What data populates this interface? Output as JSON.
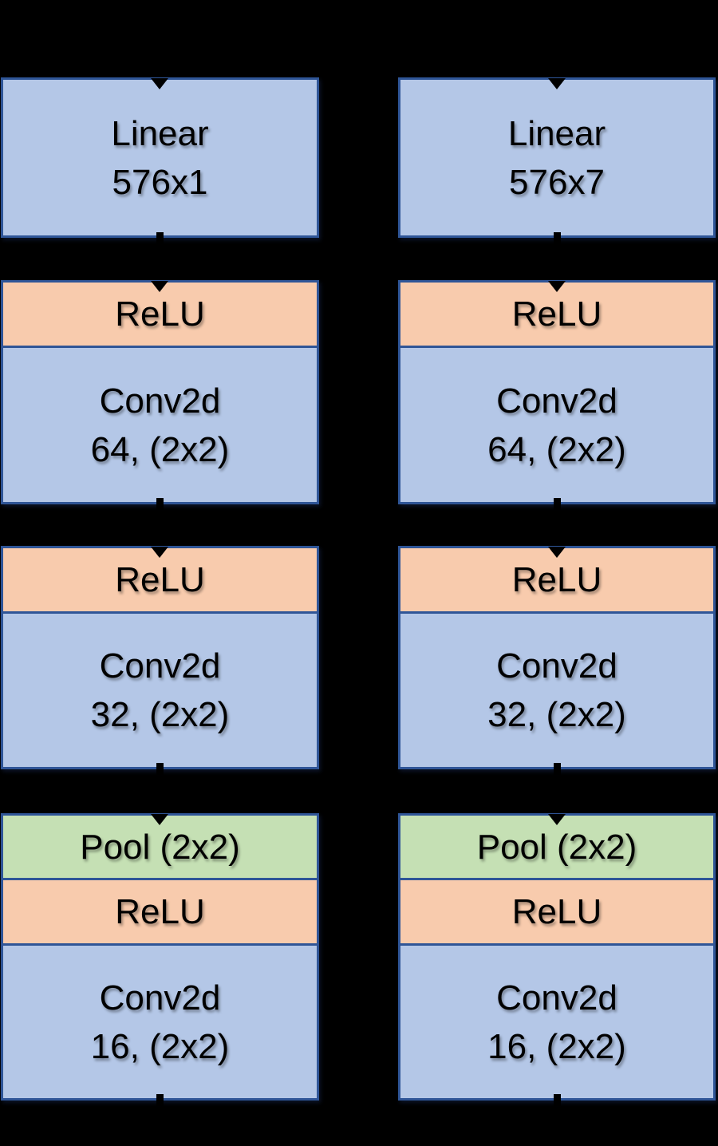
{
  "diagram": {
    "background": "#000000",
    "colors": {
      "linear_conv_fill": "#b4c7e7",
      "relu_fill": "#f8cbad",
      "pool_fill": "#c5e0b4",
      "block_border": "#2f5597",
      "block_text": "#000000",
      "connector": "#000000"
    },
    "columns": [
      {
        "id": "left",
        "groups": [
          {
            "blocks": [
              {
                "type": "linear",
                "label": "Linear\n576x1"
              }
            ]
          },
          {
            "blocks": [
              {
                "type": "relu",
                "label": "ReLU"
              },
              {
                "type": "conv",
                "label": "Conv2d\n64, (2x2)"
              }
            ]
          },
          {
            "blocks": [
              {
                "type": "relu",
                "label": "ReLU"
              },
              {
                "type": "conv",
                "label": "Conv2d\n32, (2x2)"
              }
            ]
          },
          {
            "blocks": [
              {
                "type": "pool",
                "label": "Pool (2x2)"
              },
              {
                "type": "relu",
                "label": "ReLU"
              },
              {
                "type": "conv",
                "label": "Conv2d\n16, (2x2)"
              }
            ]
          }
        ]
      },
      {
        "id": "right",
        "groups": [
          {
            "blocks": [
              {
                "type": "linear",
                "label": "Linear\n576x7"
              }
            ]
          },
          {
            "blocks": [
              {
                "type": "relu",
                "label": "ReLU"
              },
              {
                "type": "conv",
                "label": "Conv2d\n64, (2x2)"
              }
            ]
          },
          {
            "blocks": [
              {
                "type": "relu",
                "label": "ReLU"
              },
              {
                "type": "conv",
                "label": "Conv2d\n32, (2x2)"
              }
            ]
          },
          {
            "blocks": [
              {
                "type": "pool",
                "label": "Pool (2x2)"
              },
              {
                "type": "relu",
                "label": "ReLU"
              },
              {
                "type": "conv",
                "label": "Conv2d\n16, (2x2)"
              }
            ]
          }
        ]
      }
    ]
  }
}
